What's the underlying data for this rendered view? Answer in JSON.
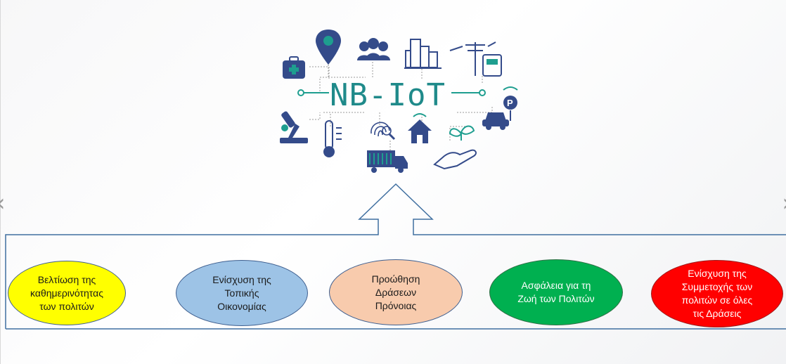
{
  "logo": {
    "text": "NB-IoT",
    "color": "#1f8a8a",
    "icon_color": "#344b8a",
    "accent_color": "#1e9e8f"
  },
  "icons": [
    "medical-kit-icon",
    "location-pin-icon",
    "people-icon",
    "city-buildings-icon",
    "power-pole-icon",
    "smart-meter-icon",
    "parking-icon",
    "car-icon",
    "microscope-icon",
    "thermometer-icon",
    "fingerprint-icon",
    "smart-home-icon",
    "plant-hand-icon",
    "truck-icon"
  ],
  "navigation": {
    "prev_arrow": "‹",
    "next_arrow": "›"
  },
  "goals": [
    {
      "lines": [
        "Βελτίωση της",
        "καθημερινότητας",
        "των πολιτών"
      ],
      "color": "#ffff00"
    },
    {
      "lines": [
        "Ενίσχυση της",
        "Τοπικής",
        "Οικονομίας"
      ],
      "color": "#9dc3e6"
    },
    {
      "lines": [
        "Προώθηση",
        "Δράσεων",
        "Πρόνοιας"
      ],
      "color": "#f8cbad"
    },
    {
      "lines": [
        "Ασφάλεια για τη",
        "Ζωή των Πολιτών"
      ],
      "color": "#00b050"
    },
    {
      "lines": [
        "Ενίσχυση της",
        "Συμμετοχής των",
        "πολιτών σε όλες",
        "τις Δράσεις"
      ],
      "color": "#ff0000"
    }
  ]
}
